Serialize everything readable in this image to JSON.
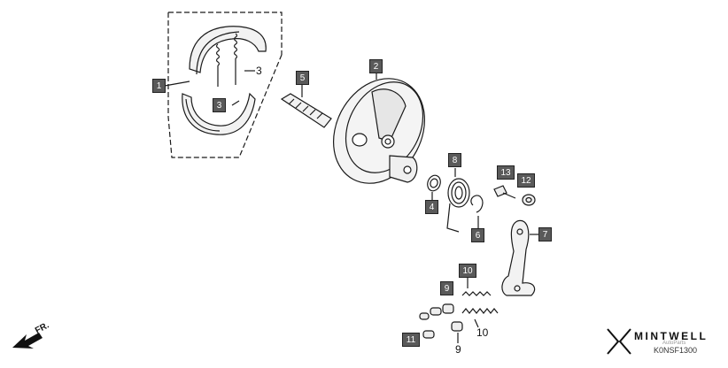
{
  "direction": {
    "label": "FR."
  },
  "callouts": {
    "c1": "1",
    "c2": "2",
    "c3_box": "3",
    "c3_text": "3",
    "c4": "4",
    "c5": "5",
    "c6": "6",
    "c7": "7",
    "c8": "8",
    "c9_box": "9",
    "c9_text": "9",
    "c10_box": "10",
    "c10_text": "10",
    "c11": "11",
    "c12": "12",
    "c13": "13"
  },
  "brand": {
    "name": "MINTWELL",
    "watermark": "AutoParts",
    "code": "K0NSF1300"
  }
}
